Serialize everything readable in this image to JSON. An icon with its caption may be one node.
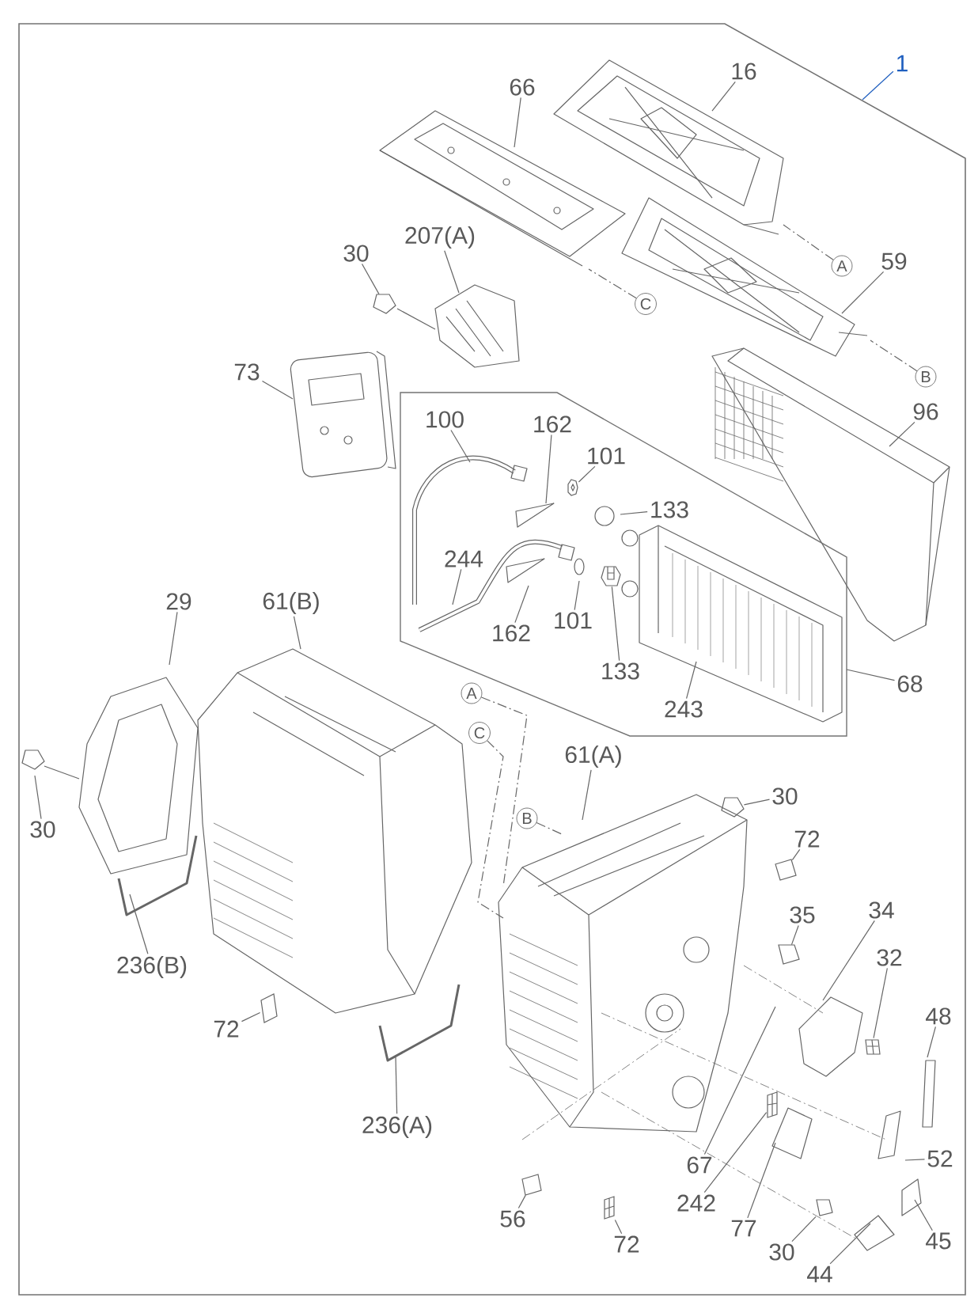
{
  "diagram": {
    "nodes": [
      {
        "text": [],
        "shape": "box"
      },
      {
        "text": [
          "1"
        ]
      },
      {
        "text": [
          "16"
        ],
        "in": 0
      },
      {
        "text": [
          "66"
        ],
        "in": 0
      },
      {
        "text": [
          "207(A)"
        ],
        "in": 0
      },
      {
        "text": [
          "30"
        ],
        "in": 0
      },
      {
        "text": [
          "A"
        ],
        "in": 0
      },
      {
        "text": [
          "59"
        ],
        "in": 0
      },
      {
        "text": [
          "C"
        ],
        "in": 0
      },
      {
        "text": [
          "73"
        ],
        "in": 0
      },
      {
        "text": [
          "B"
        ],
        "in": 0
      },
      {
        "text": [
          "96"
        ],
        "in": 0
      },
      {
        "text": [],
        "shape": "box",
        "in": 0
      },
      {
        "text": [
          "100"
        ],
        "in": 12
      },
      {
        "text": [
          "162"
        ],
        "in": 12
      },
      {
        "text": [
          "101"
        ],
        "in": 12
      },
      {
        "text": [
          "133"
        ],
        "in": 12
      },
      {
        "text": [
          "244"
        ],
        "in": 12
      },
      {
        "text": [
          "29"
        ],
        "in": 0
      },
      {
        "text": [
          "61(B)"
        ],
        "in": 0
      },
      {
        "text": [
          "162"
        ],
        "in": 12
      },
      {
        "text": [
          "101"
        ],
        "in": 12
      },
      {
        "text": [
          "133"
        ],
        "in": 12
      },
      {
        "text": [
          "68"
        ],
        "in": 0
      },
      {
        "text": [
          "243"
        ],
        "in": 12
      },
      {
        "text": [
          "A"
        ],
        "in": 0
      },
      {
        "text": [
          "C"
        ],
        "in": 0
      },
      {
        "text": [
          "61(A)"
        ],
        "in": 0
      },
      {
        "text": [
          "30"
        ],
        "in": 0
      },
      {
        "text": [
          "B"
        ],
        "in": 0
      },
      {
        "text": [
          "30"
        ],
        "in": 0
      },
      {
        "text": [
          "72"
        ],
        "in": 0
      },
      {
        "text": [
          "35"
        ],
        "in": 0
      },
      {
        "text": [
          "34"
        ],
        "in": 0
      },
      {
        "text": [
          "32"
        ],
        "in": 0
      },
      {
        "text": [
          "236(B)"
        ],
        "in": 0
      },
      {
        "text": [
          "48"
        ],
        "in": 0
      },
      {
        "text": [
          "72"
        ],
        "in": 0
      },
      {
        "text": [
          "236(A)"
        ],
        "in": 0
      },
      {
        "text": [
          "67"
        ],
        "in": 0
      },
      {
        "text": [
          "52"
        ],
        "in": 0
      },
      {
        "text": [
          "242"
        ],
        "in": 0
      },
      {
        "text": [
          "56"
        ],
        "in": 0
      },
      {
        "text": [
          "77"
        ],
        "in": 0
      },
      {
        "text": [
          "72"
        ],
        "in": 0
      },
      {
        "text": [
          "30"
        ],
        "in": 0
      },
      {
        "text": [
          "45"
        ],
        "in": 0
      },
      {
        "text": [
          "44"
        ],
        "in": 0
      },
      {
        "text": [],
        "shape": "picture",
        "in": 0
      },
      {
        "text": [],
        "shape": "picture",
        "in": 12
      },
      {
        "text": [],
        "shape": "picture",
        "in": 12
      },
      {
        "text": [],
        "shape": "picture",
        "in": 0
      },
      {
        "text": [],
        "shape": "picture",
        "in": 0
      },
      {
        "text": [],
        "shape": "picture",
        "in": 0
      },
      {
        "text": [],
        "shape": "picture",
        "in": 0
      },
      {
        "text": [],
        "shape": "picture",
        "in": 0
      },
      {
        "text": [],
        "shape": "picture",
        "in": 0
      },
      {
        "text": [],
        "shape": "picture",
        "in": 0
      },
      {
        "text": [],
        "shape": "picture",
        "in": 0
      },
      {
        "text": [],
        "shape": "picture",
        "in": 0
      }
    ],
    "edges": [
      {
        "from": 1,
        "to": 0,
        "arrow": "none",
        "color": "#1f5fbf"
      },
      {
        "from": 2,
        "to": null,
        "arrow": "none"
      },
      {
        "from": 3,
        "to": null,
        "arrow": "none"
      },
      {
        "from": 4,
        "to": null,
        "arrow": "none"
      },
      {
        "from": 5,
        "to": 48,
        "arrow": "none"
      },
      {
        "from": 6,
        "to": null,
        "arrow": "none",
        "style": "dashed"
      },
      {
        "from": 7,
        "to": null,
        "arrow": "none"
      },
      {
        "from": 8,
        "to": null,
        "arrow": "none",
        "style": "dashed"
      },
      {
        "from": 9,
        "to": null,
        "arrow": "none"
      },
      {
        "from": 10,
        "to": null,
        "arrow": "none",
        "style": "dashed"
      },
      {
        "from": 11,
        "to": null,
        "arrow": "none"
      },
      {
        "from": 13,
        "to": null,
        "arrow": "none"
      },
      {
        "from": 14,
        "to": null,
        "arrow": "none"
      },
      {
        "from": 15,
        "to": 49,
        "arrow": "none"
      },
      {
        "from": 16,
        "to": null,
        "arrow": "none"
      },
      {
        "from": 17,
        "to": null,
        "arrow": "none"
      },
      {
        "from": 18,
        "to": null,
        "arrow": "none"
      },
      {
        "from": 19,
        "to": null,
        "arrow": "none"
      },
      {
        "from": 20,
        "to": null,
        "arrow": "none"
      },
      {
        "from": 21,
        "to": null,
        "arrow": "none"
      },
      {
        "from": 22,
        "to": 50,
        "arrow": "none"
      },
      {
        "from": 23,
        "to": 12,
        "arrow": "none"
      },
      {
        "from": 24,
        "to": null,
        "arrow": "none"
      },
      {
        "from": 25,
        "to": null,
        "arrow": "none",
        "style": "dashed"
      },
      {
        "from": 26,
        "to": null,
        "arrow": "none",
        "style": "dashed"
      },
      {
        "from": 27,
        "to": null,
        "arrow": "none"
      },
      {
        "from": 28,
        "to": 51,
        "arrow": "none"
      },
      {
        "from": 29,
        "to": null,
        "arrow": "none",
        "style": "dashed"
      },
      {
        "from": 30,
        "to": null,
        "arrow": "none"
      },
      {
        "from": 31,
        "to": 52,
        "arrow": "none"
      },
      {
        "from": 32,
        "to": 53,
        "arrow": "none"
      },
      {
        "from": 33,
        "to": null,
        "arrow": "none"
      },
      {
        "from": 34,
        "to": 54,
        "arrow": "none"
      },
      {
        "from": 35,
        "to": null,
        "arrow": "none"
      },
      {
        "from": 36,
        "to": null,
        "arrow": "none"
      },
      {
        "from": 37,
        "to": 55,
        "arrow": "none"
      },
      {
        "from": 38,
        "to": null,
        "arrow": "none"
      },
      {
        "from": 39,
        "to": null,
        "arrow": "none"
      },
      {
        "from": 40,
        "to": null,
        "arrow": "none"
      },
      {
        "from": 41,
        "to": 56,
        "arrow": "none"
      },
      {
        "from": 42,
        "to": 57,
        "arrow": "none"
      },
      {
        "from": 43,
        "to": null,
        "arrow": "none"
      },
      {
        "from": 44,
        "to": 58,
        "arrow": "none"
      },
      {
        "from": 45,
        "to": 59,
        "arrow": "none"
      },
      {
        "from": 46,
        "to": null,
        "arrow": "none"
      },
      {
        "from": 47,
        "to": null,
        "arrow": "none"
      }
    ]
  }
}
